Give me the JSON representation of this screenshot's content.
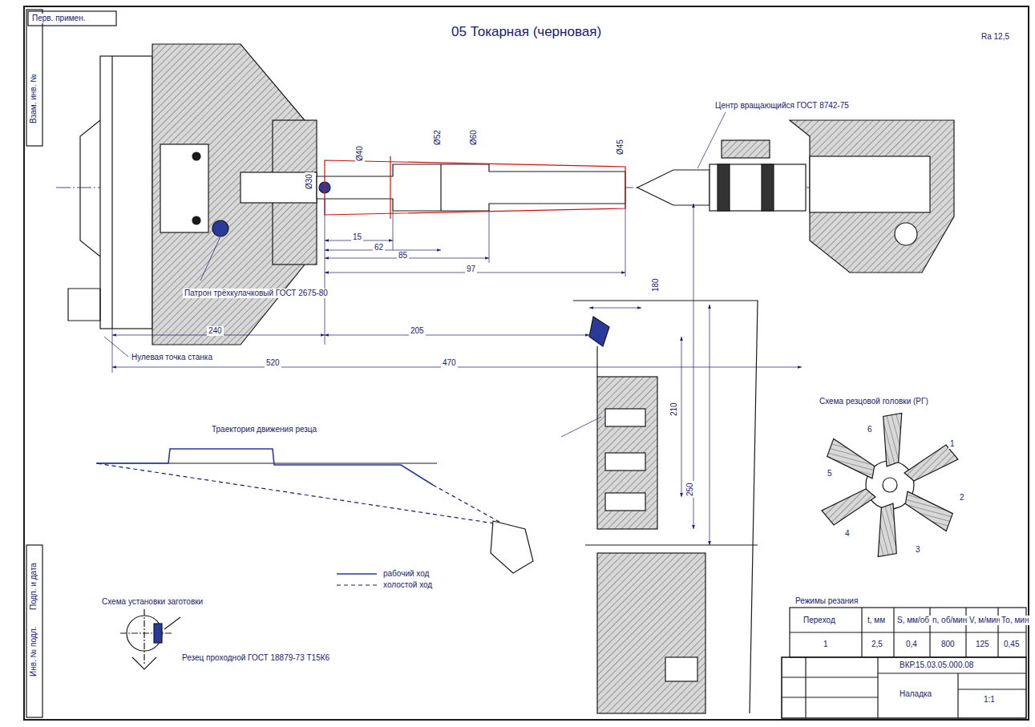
{
  "diagram": {
    "title": "05 Токарная (черновая)",
    "labels": [
      "Ra 12,5",
      "Патрон трёхкулачковый ГОСТ 2675-80",
      "Центр вращающийся ГОСТ 8742-75",
      "Ø40",
      "Ø52",
      "Ø60",
      "Ø45",
      "Ø30",
      "15",
      "62",
      "85",
      "97",
      "205",
      "240",
      "470",
      "Нулевая точка станка",
      "520",
      "Траектория движения резца",
      "рабочий ход",
      "холостой ход",
      "Схема установки заготовки",
      "Резец проходной ГОСТ 18879-73 Т15К6",
      "Схема резцовой головки (РГ)",
      "1",
      "2",
      "3",
      "4",
      "5",
      "6",
      "Режимы резания",
      "Переход",
      "t, мм",
      "S, мм/об",
      "n, об/мин",
      "V, м/мин",
      "То, мин",
      "1",
      "2,5",
      "0,4",
      "800",
      "125",
      "0,45",
      "ВКР.15.03.05.000.08",
      "Наладка",
      "1:1",
      "Инв. № подл.",
      "Подп. и дата",
      "Взам. инв. №",
      "Перв. примен.",
      "180",
      "210",
      "250"
    ]
  }
}
